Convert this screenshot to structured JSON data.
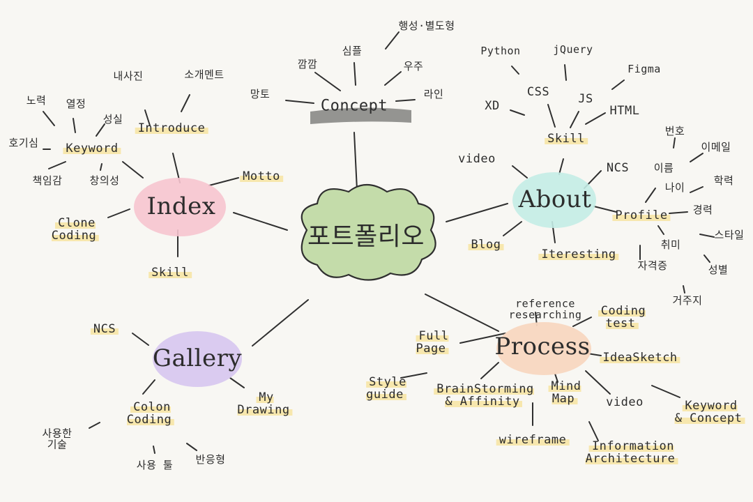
{
  "center": "포트폴리오",
  "concept": {
    "title": "Concept",
    "items": [
      "망토",
      "깜깜",
      "심플",
      "행성·별도형",
      "우주",
      "라인"
    ]
  },
  "index": {
    "title": "Index",
    "introduce": "Introduce",
    "intro_items": [
      "내사진",
      "소개멘트"
    ],
    "keyword": "Keyword",
    "keyword_items": [
      "노력",
      "열정",
      "성실",
      "호기심",
      "책임감",
      "창의성"
    ],
    "motto": "Motto",
    "clone_coding": "Clone\nCoding",
    "skill": "Skill"
  },
  "about": {
    "title": "About",
    "skill": "Skill",
    "skill_items": [
      "Python",
      "jQuery",
      "Figma",
      "CSS",
      "JS",
      "XD",
      "HTML"
    ],
    "video": "video",
    "ncs": "NCS",
    "blog": "Blog",
    "interesting": "Iteresting",
    "profile": "Profile",
    "profile_items": [
      "번호",
      "이메일",
      "이름",
      "나이",
      "학력",
      "경력",
      "스타일",
      "취미",
      "자격증",
      "성별",
      "거주지"
    ]
  },
  "gallery": {
    "title": "Gallery",
    "ncs": "NCS",
    "my_drawing": "My\nDrawing",
    "colon_coding": "Colon\nCoding",
    "colon_items": [
      "사용한\n기술",
      "사용 툴",
      "반응형"
    ]
  },
  "process": {
    "title": "Process",
    "reference": "reference\nresearching",
    "coding_test": "Coding\ntest",
    "full_page": "Full\nPage",
    "idea_sketch": "IdeaSketch",
    "style_guide": "Style\nguide",
    "brainstorming": "BrainStorming\n& Affinity",
    "mind_map": "Mind\nMap",
    "video": "video",
    "keyword_concept": "Keyword\n& Concept",
    "wireframe": "wireframe",
    "information_architecture": "Information\nArchitecture"
  }
}
